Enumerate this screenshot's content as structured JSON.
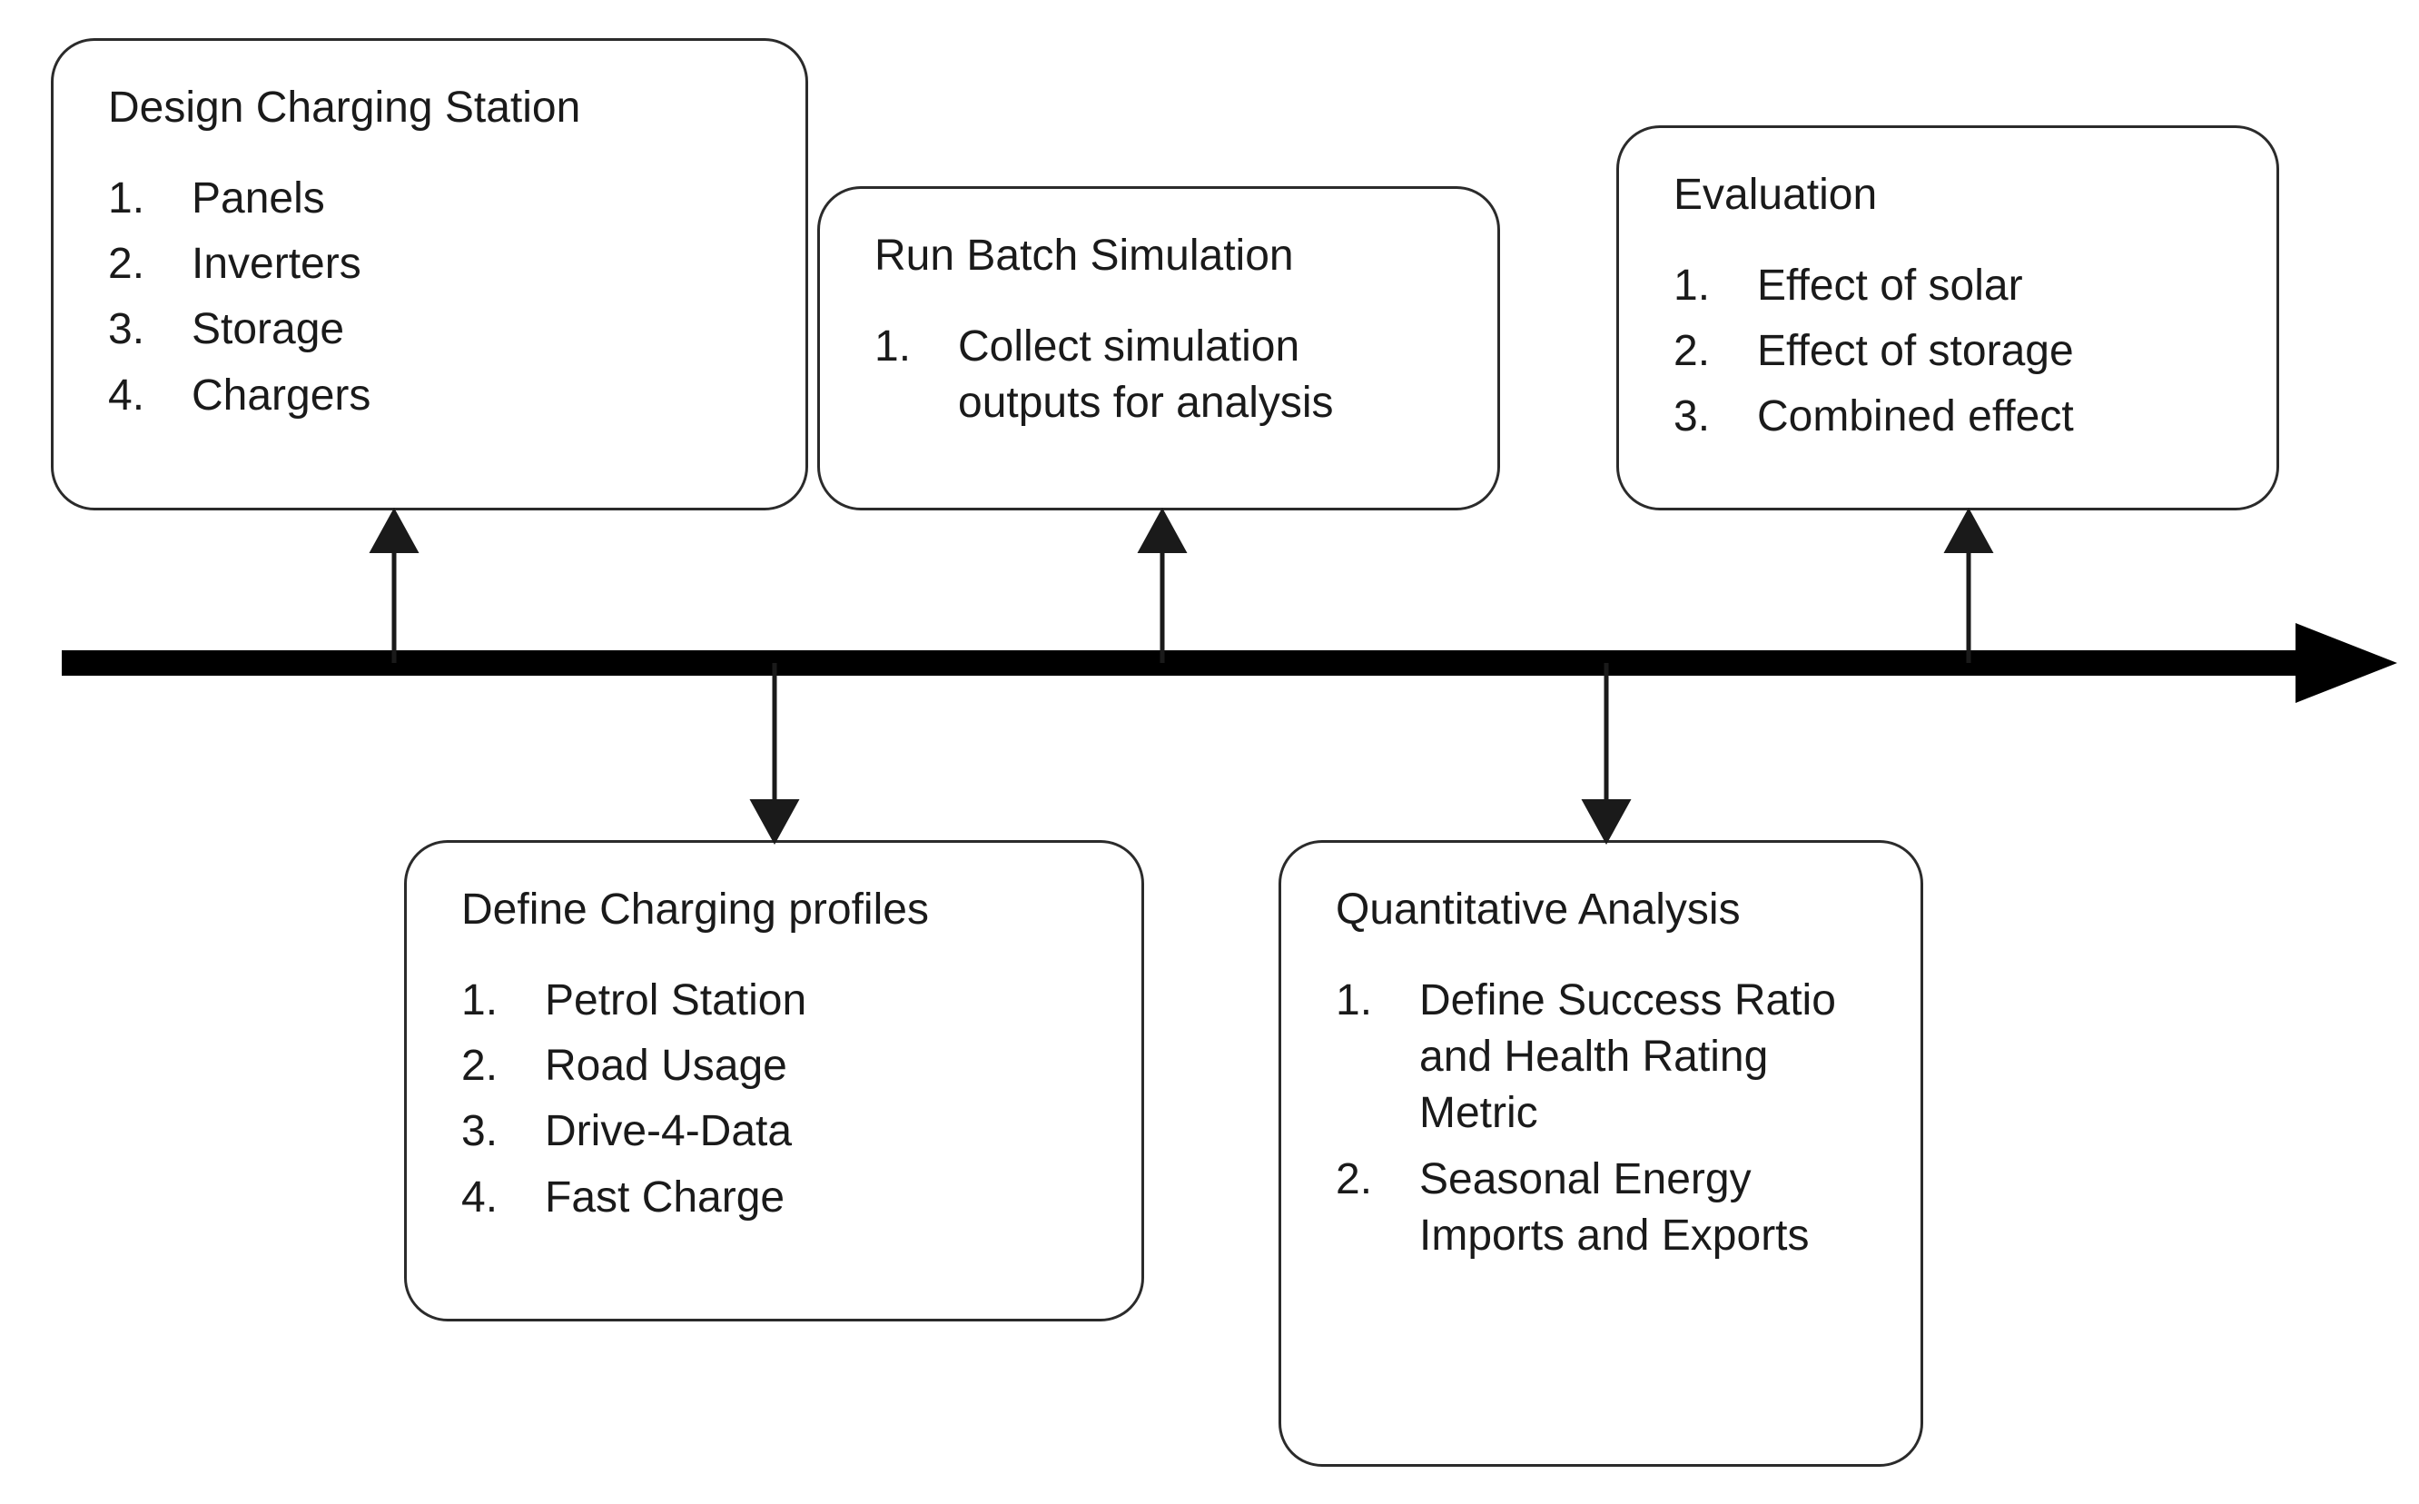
{
  "diagram": {
    "type": "timeline-flow",
    "orientation": "horizontal",
    "background_color": "#ffffff",
    "line_color": "#000000",
    "box_border_color": "#2b2b2b",
    "text_color": "#1a1a1a",
    "timeline": {
      "name": "main-timeline-arrow",
      "direction": "left-to-right",
      "has_arrowhead": true
    },
    "nodes": [
      {
        "id": "design-charging-station",
        "title": "Design Charging Station",
        "position": "above-timeline",
        "order": 1,
        "items": [
          {
            "num": "1.",
            "text": "Panels"
          },
          {
            "num": "2.",
            "text": "Inverters"
          },
          {
            "num": "3.",
            "text": "Storage"
          },
          {
            "num": "4.",
            "text": "Chargers"
          }
        ]
      },
      {
        "id": "define-charging-profiles",
        "title": "Define Charging profiles",
        "position": "below-timeline",
        "order": 2,
        "items": [
          {
            "num": "1.",
            "text": "Petrol Station"
          },
          {
            "num": "2.",
            "text": "Road Usage"
          },
          {
            "num": "3.",
            "text": "Drive-4-Data"
          },
          {
            "num": "4.",
            "text": "Fast Charge"
          }
        ]
      },
      {
        "id": "run-batch-simulation",
        "title": "Run Batch Simulation",
        "position": "above-timeline",
        "order": 3,
        "items": [
          {
            "num": "1.",
            "text": "Collect simulation outputs for analysis"
          }
        ]
      },
      {
        "id": "quantitative-analysis",
        "title": "Quantitative Analysis",
        "position": "below-timeline",
        "order": 4,
        "items": [
          {
            "num": "1.",
            "text": "Define Success Ratio and Health Rating Metric"
          },
          {
            "num": "2.",
            "text": "Seasonal Energy Imports and Exports"
          }
        ]
      },
      {
        "id": "evaluation",
        "title": "Evaluation",
        "position": "above-timeline",
        "order": 5,
        "items": [
          {
            "num": "1.",
            "text": "Effect of solar"
          },
          {
            "num": "2.",
            "text": "Effect of storage"
          },
          {
            "num": "3.",
            "text": "Combined effect"
          }
        ]
      }
    ],
    "connectors": [
      {
        "id": "connector-design-charging-station",
        "from": "timeline",
        "to": "design-charging-station",
        "direction": "up"
      },
      {
        "id": "connector-define-charging-profiles",
        "from": "timeline",
        "to": "define-charging-profiles",
        "direction": "down"
      },
      {
        "id": "connector-run-batch-simulation",
        "from": "timeline",
        "to": "run-batch-simulation",
        "direction": "up"
      },
      {
        "id": "connector-quantitative-analysis",
        "from": "timeline",
        "to": "quantitative-analysis",
        "direction": "down"
      },
      {
        "id": "connector-evaluation",
        "from": "timeline",
        "to": "evaluation",
        "direction": "up"
      }
    ]
  }
}
